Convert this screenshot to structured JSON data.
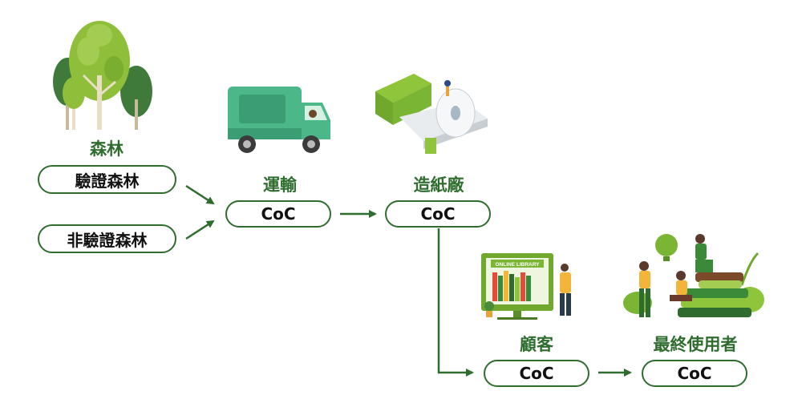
{
  "sources": {
    "forest_heading": "森林",
    "certified": "驗證森林",
    "uncertified": "非驗證森林"
  },
  "stages": {
    "transport": {
      "label": "運輸",
      "badge": "CoC"
    },
    "paper_mill": {
      "label": "造紙廠",
      "badge": "CoC"
    },
    "customer": {
      "label": "顧客",
      "badge": "CoC"
    },
    "end_user": {
      "label": "最終使用者",
      "badge": "CoC"
    }
  },
  "illustrations": {
    "forest": "trees-icon",
    "transport": "truck-icon",
    "paper_mill": "paper-machine-icon",
    "customer": "online-library-icon",
    "customer_screen_text": "ONLINE LIBRARY",
    "end_user": "people-books-icon"
  },
  "colors": {
    "dark_green": "#2f6d2f",
    "mid_green": "#5aa55a",
    "light_green": "#8fc53a",
    "teal": "#4cb88a",
    "tree_dark": "#3f7a3a"
  }
}
